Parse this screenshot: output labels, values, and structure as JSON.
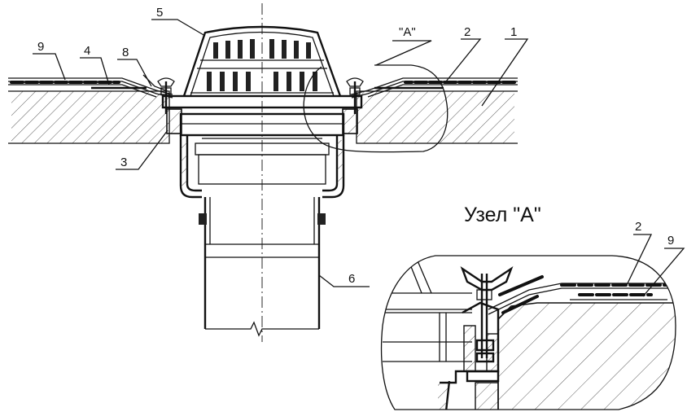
{
  "callouts": {
    "c1": "1",
    "c2": "2",
    "c3": "3",
    "c4": "4",
    "c5": "5",
    "c6": "6",
    "c8": "8",
    "c9": "9",
    "view_a": "\"A\""
  },
  "detail": {
    "title": "Узел \"А\"",
    "c2": "2",
    "c9": "9"
  }
}
